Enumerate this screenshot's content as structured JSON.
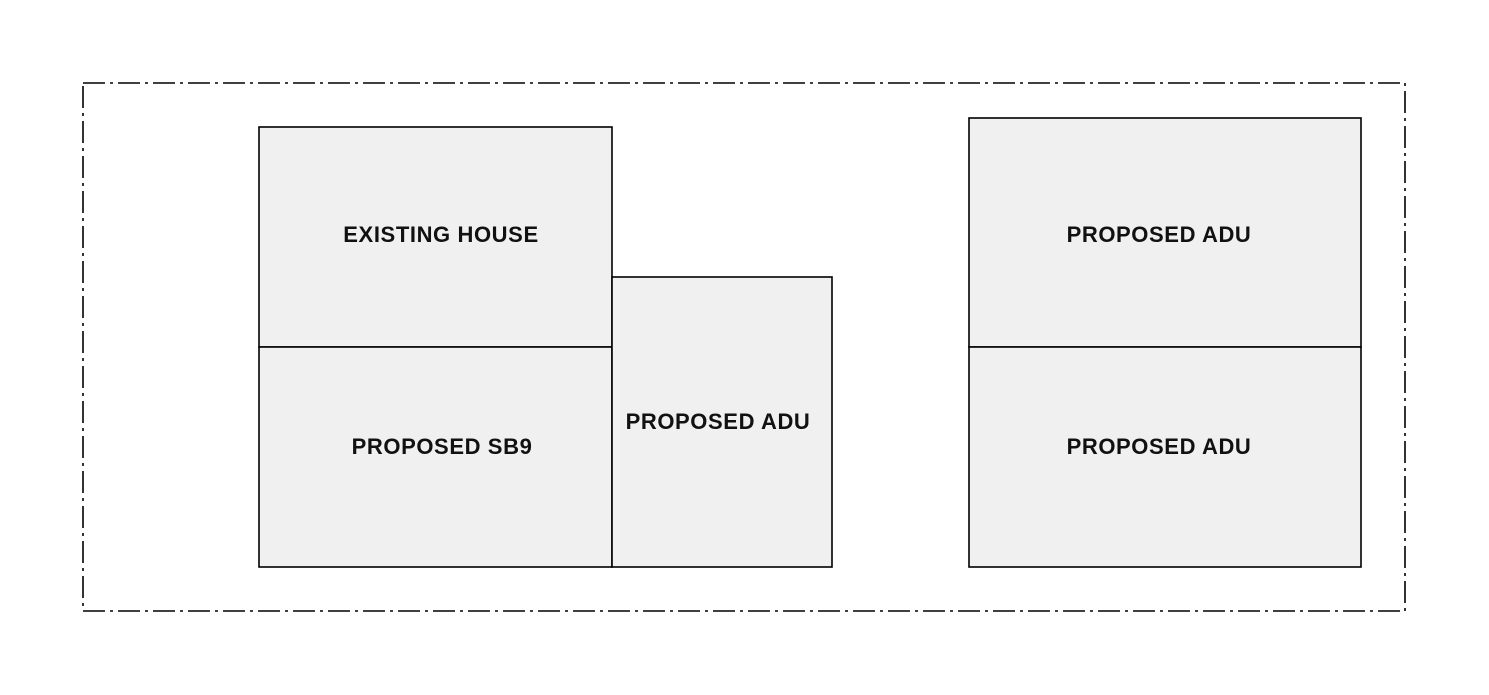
{
  "site_plan": {
    "lot_boundary": "dash-dot",
    "buildings": {
      "existing_house": "EXISTING HOUSE",
      "proposed_sb9": "PROPOSED SB9",
      "proposed_adu_middle": "PROPOSED ADU",
      "proposed_adu_right_top": "PROPOSED ADU",
      "proposed_adu_right_bottom": "PROPOSED ADU"
    },
    "colors": {
      "building_fill": "#f0f0f0",
      "outline": "#000000",
      "background": "#ffffff"
    }
  }
}
